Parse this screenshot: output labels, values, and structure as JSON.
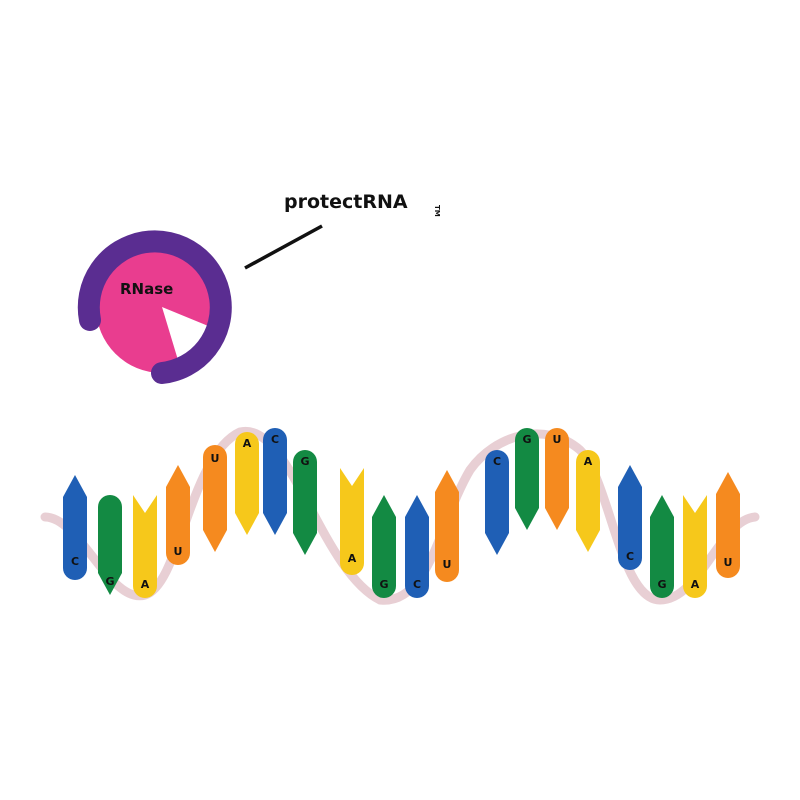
{
  "diagram": {
    "brand": {
      "name": "protectRNA",
      "trademark": "TM"
    },
    "enzyme": {
      "label": "RNase"
    },
    "colors": {
      "background": "#ffffff",
      "backbone": "#e8cfd4",
      "enzyme_body": "#e93d8f",
      "inhibitor": "#5a2d91",
      "callout_line": "#111111",
      "C": "#1f5fb5",
      "G": "#138a43",
      "A": "#f6c81b",
      "U": "#f58a1f"
    },
    "bases": [
      {
        "letter": "",
        "color_key": "C",
        "shape": "forked"
      },
      {
        "letter": "C",
        "color_key": "C",
        "shape": "round"
      },
      {
        "letter": "G",
        "color_key": "G",
        "shape": "pointed"
      },
      {
        "letter": "A",
        "color_key": "A",
        "shape": "forked"
      },
      {
        "letter": "U",
        "color_key": "U",
        "shape": "pointed"
      },
      {
        "letter": "U",
        "color_key": "U",
        "shape": "pointed"
      },
      {
        "letter": "A",
        "color_key": "A",
        "shape": "forked"
      },
      {
        "letter": "C",
        "color_key": "C",
        "shape": "round"
      },
      {
        "letter": "G",
        "color_key": "G",
        "shape": "pointed"
      },
      {
        "letter": "A",
        "color_key": "A",
        "shape": "forked"
      },
      {
        "letter": "G",
        "color_key": "G",
        "shape": "pointed"
      },
      {
        "letter": "C",
        "color_key": "C",
        "shape": "round"
      },
      {
        "letter": "U",
        "color_key": "U",
        "shape": "pointed"
      },
      {
        "letter": "C",
        "color_key": "C",
        "shape": "round"
      },
      {
        "letter": "G",
        "color_key": "G",
        "shape": "pointed"
      },
      {
        "letter": "U",
        "color_key": "U",
        "shape": "pointed"
      },
      {
        "letter": "A",
        "color_key": "A",
        "shape": "forked"
      },
      {
        "letter": "",
        "color_key": "C",
        "shape": "forked"
      },
      {
        "letter": "C",
        "color_key": "C",
        "shape": "round"
      },
      {
        "letter": "G",
        "color_key": "G",
        "shape": "pointed"
      },
      {
        "letter": "A",
        "color_key": "A",
        "shape": "forked"
      },
      {
        "letter": "U",
        "color_key": "U",
        "shape": "pointed"
      }
    ]
  }
}
